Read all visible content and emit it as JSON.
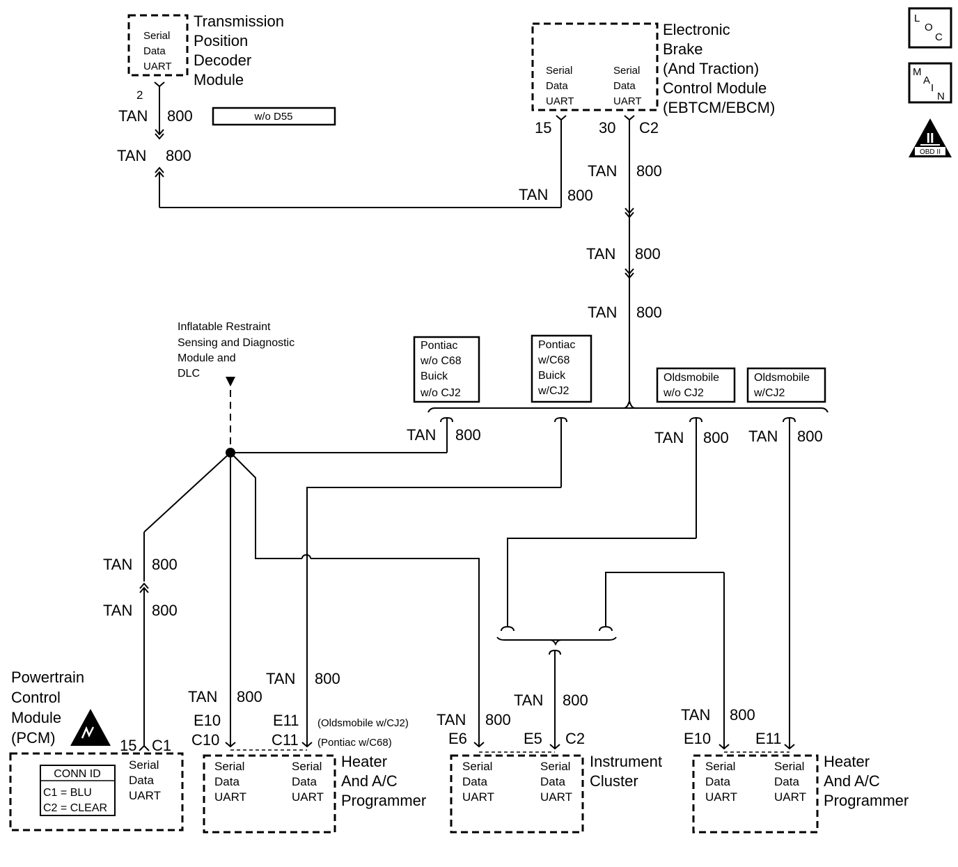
{
  "wire": {
    "color": "TAN",
    "circuit": "800"
  },
  "tpd_module": {
    "name_lines": [
      "Transmission",
      "Position",
      "Decoder",
      "Module"
    ],
    "port": [
      "Serial",
      "Data",
      "UART"
    ],
    "pin": "2",
    "option_label": "w/o D55"
  },
  "ebtcm": {
    "name_lines": [
      "Electronic",
      "Brake",
      "(And Traction)",
      "Control Module",
      "(EBTCM/EBCM)"
    ],
    "port_left": [
      "Serial",
      "Data",
      "UART"
    ],
    "port_right": [
      "Serial",
      "Data",
      "UART"
    ],
    "pin_left": "15",
    "pin_right": "30",
    "connector": "C2"
  },
  "legend_icons": {
    "loc": [
      "L",
      "O",
      "C"
    ],
    "main": [
      "M",
      "A",
      "I",
      "N"
    ],
    "obd": {
      "numeral": "II",
      "caption": "OBD II"
    }
  },
  "restraint_module": {
    "lines": [
      "Inflatable Restraint",
      "Sensing and Diagnostic",
      "Module and",
      "DLC"
    ]
  },
  "options": {
    "pontiac_wo_c68": [
      "Pontiac",
      "w/o C68",
      "Buick",
      "w/o CJ2"
    ],
    "pontiac_w_c68": [
      "Pontiac",
      "w/C68",
      "Buick",
      "w/CJ2"
    ],
    "olds_wo_cj2": [
      "Oldsmobile",
      "w/o CJ2"
    ],
    "olds_w_cj2": [
      "Oldsmobile",
      "w/CJ2"
    ]
  },
  "pcm": {
    "name_lines": [
      "Powertrain",
      "Control",
      "Module",
      "(PCM)"
    ],
    "conn_id_title": "CONN ID",
    "conn_id_rows": [
      "C1 = BLU",
      "C2 = CLEAR"
    ],
    "port": [
      "Serial",
      "Data",
      "UART"
    ],
    "pin": "15",
    "connector": "C1"
  },
  "hvac_left": {
    "name_lines": [
      "Heater",
      "And A/C",
      "Programmer"
    ],
    "port_left": [
      "Serial",
      "Data",
      "UART"
    ],
    "port_right": [
      "Serial",
      "Data",
      "UART"
    ],
    "pin_left": [
      "E10",
      "C10"
    ],
    "pin_right": [
      "E11",
      "C11"
    ],
    "note_top": "(Oldsmobile w/CJ2)",
    "note_bottom": "(Pontiac w/C68)"
  },
  "cluster": {
    "name_lines": [
      "Instrument",
      "Cluster"
    ],
    "port_left": [
      "Serial",
      "Data",
      "UART"
    ],
    "port_right": [
      "Serial",
      "Data",
      "UART"
    ],
    "pin_left": "E6",
    "pin_right": "E5",
    "connector": "C2"
  },
  "hvac_right": {
    "name_lines": [
      "Heater",
      "And A/C",
      "Programmer"
    ],
    "port_left": [
      "Serial",
      "Data",
      "UART"
    ],
    "port_right": [
      "Serial",
      "Data",
      "UART"
    ],
    "pin_left": "E10",
    "pin_right": "E11"
  }
}
